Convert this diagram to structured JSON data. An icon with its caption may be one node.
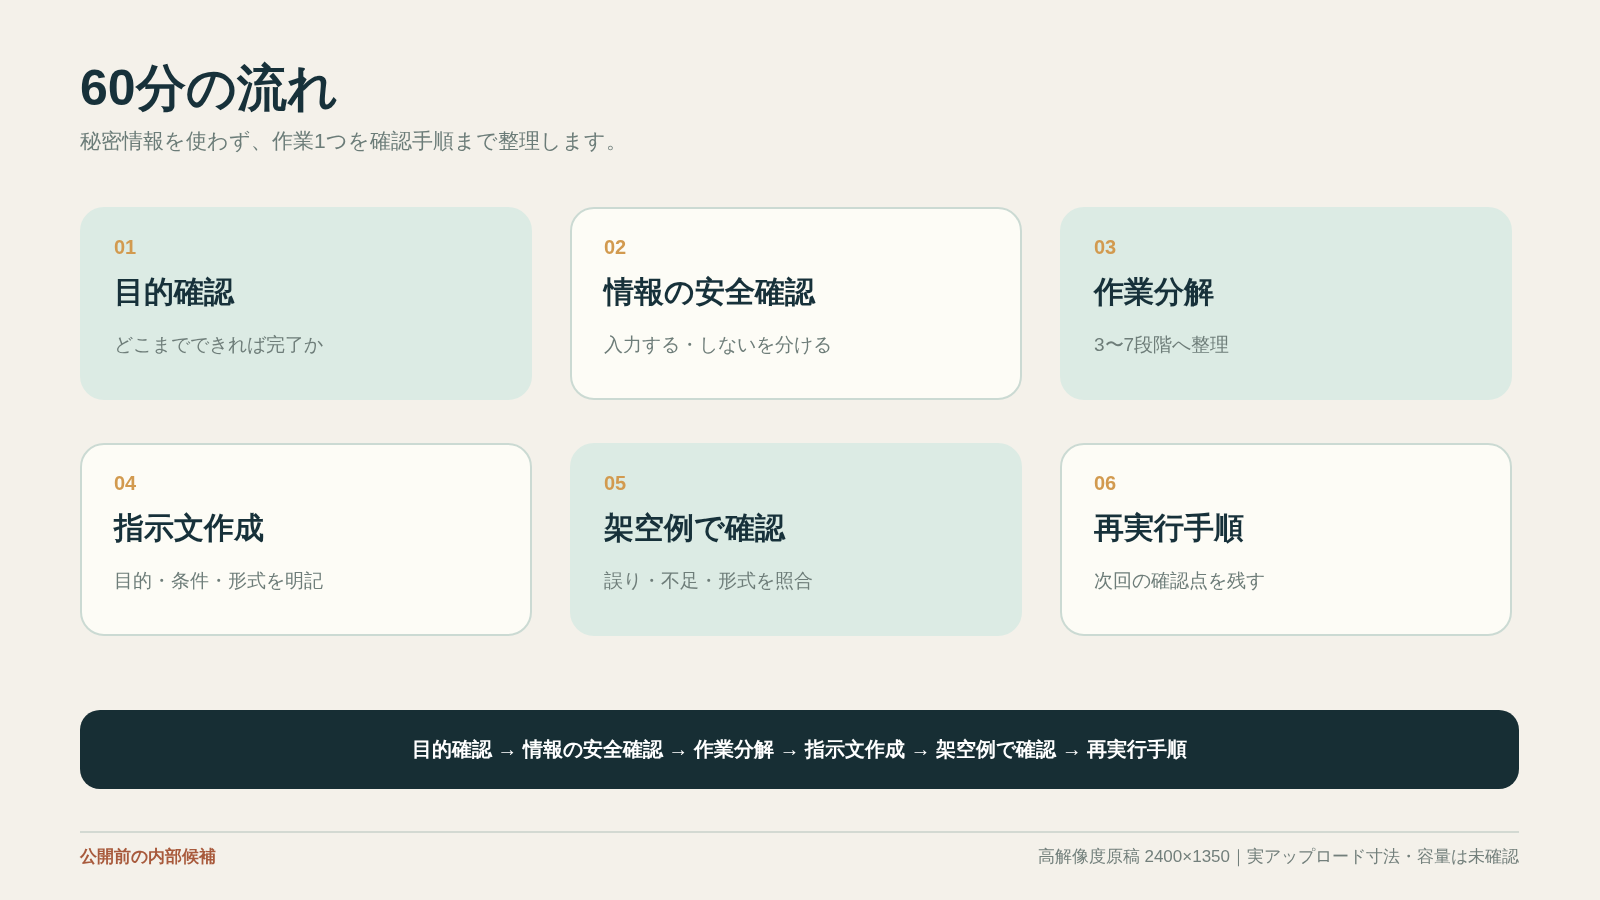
{
  "diagram": {
    "title": "60分の流れ",
    "nodes": [
      {
        "text": [
          "01",
          "目的確認",
          "どこまでできれば完了か"
        ]
      },
      {
        "text": [
          "02",
          "情報の安全確認",
          "入力する・しないを分ける"
        ]
      },
      {
        "text": [
          "03",
          "作業分解",
          "3〜7段階へ整理"
        ]
      },
      {
        "text": [
          "04",
          "指示文作成",
          "目的・条件・形式を明記"
        ]
      },
      {
        "text": [
          "05",
          "架空例で確認",
          "誤り・不足・形式を照合"
        ]
      },
      {
        "text": [
          "06",
          "再実行手順",
          "次回の確認点を残す"
        ]
      },
      {
        "text": [
          "目的確認 → 情報の安全確認 → 作業分解 → 指示文作成 → 架空例で確認 → 再実行手順"
        ]
      }
    ],
    "labels": [
      "秘密情報を使わず、作業1つを確認手順まで整理します。",
      "公開前の内部候補",
      "高解像度原稿 2400×1350｜実アップロード寸法・容量は未確認"
    ]
  }
}
